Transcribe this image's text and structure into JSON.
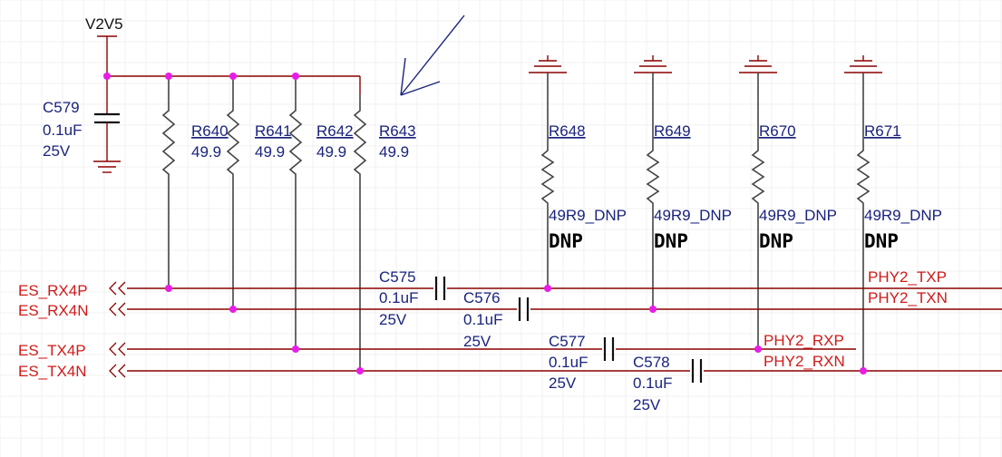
{
  "power": {
    "rail": "V2V5"
  },
  "decoupling": {
    "ref": "C579",
    "value": "0.1uF",
    "voltage": "25V"
  },
  "terminations": [
    {
      "ref": "R640",
      "value": "49.9"
    },
    {
      "ref": "R641",
      "value": "49.9"
    },
    {
      "ref": "R642",
      "value": "49.9"
    },
    {
      "ref": "R643",
      "value": "49.9"
    }
  ],
  "dnp_resistors": [
    {
      "ref": "R648",
      "value": "49R9_DNP",
      "flag": "DNP"
    },
    {
      "ref": "R649",
      "value": "49R9_DNP",
      "flag": "DNP"
    },
    {
      "ref": "R670",
      "value": "49R9_DNP",
      "flag": "DNP"
    },
    {
      "ref": "R671",
      "value": "49R9_DNP",
      "flag": "DNP"
    }
  ],
  "coupling_caps": [
    {
      "ref": "C575",
      "value": "0.1uF",
      "voltage": "25V"
    },
    {
      "ref": "C576",
      "value": "0.1uF",
      "voltage": "25V"
    },
    {
      "ref": "C577",
      "value": "0.1uF",
      "voltage": "25V"
    },
    {
      "ref": "C578",
      "value": "0.1uF",
      "voltage": "25V"
    }
  ],
  "nets": {
    "left": [
      "ES_RX4P",
      "ES_RX4N",
      "ES_TX4P",
      "ES_TX4N"
    ],
    "right": [
      "PHY2_TXP",
      "PHY2_TXN",
      "PHY2_RXP",
      "PHY2_RXN"
    ]
  },
  "colors": {
    "wire": "#8b0000",
    "net_label": "#d11a1a",
    "junction": "#e81ce8",
    "text": "#1a237e"
  }
}
